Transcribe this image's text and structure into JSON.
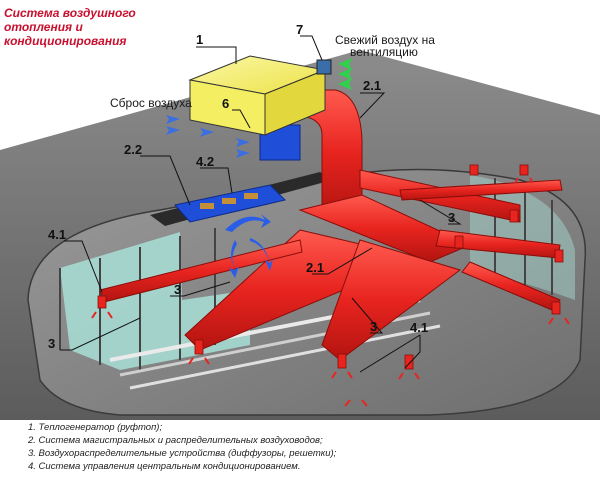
{
  "title": [
    "Система воздушного",
    "отопления и",
    "кондиционирования"
  ],
  "labels": {
    "fresh_air": [
      "Свежий воздух на",
      "вентиляцию"
    ],
    "exhaust": "Сброс воздуха"
  },
  "callouts": {
    "n1": "1",
    "n7": "7",
    "n6": "6",
    "n2_1_top": "2.1",
    "n2_2": "2.2",
    "n4_2": "4.2",
    "n4_1_left": "4.1",
    "n3_mid": "3",
    "n3_right": "3",
    "n2_1_mid": "2.1",
    "n3_left": "3",
    "n3_bottom": "3",
    "n4_1_bottom": "4.1"
  },
  "legend": [
    "1. Теплогенератор (руфтоп);",
    "2. Система магистральных и распределительных воздуховодов;",
    "3. Воздухораспределительные устройства (диффузоры, решетки);",
    "4. Система управления центральным кондиционированием."
  ],
  "colors": {
    "title": "#c8102e",
    "duct": "#e8241f",
    "unit": "#f4ee62",
    "fresh_air_arrows": "#2fd14a",
    "blue_units": "#1f4fd8",
    "glass": "#a8dfd6"
  }
}
